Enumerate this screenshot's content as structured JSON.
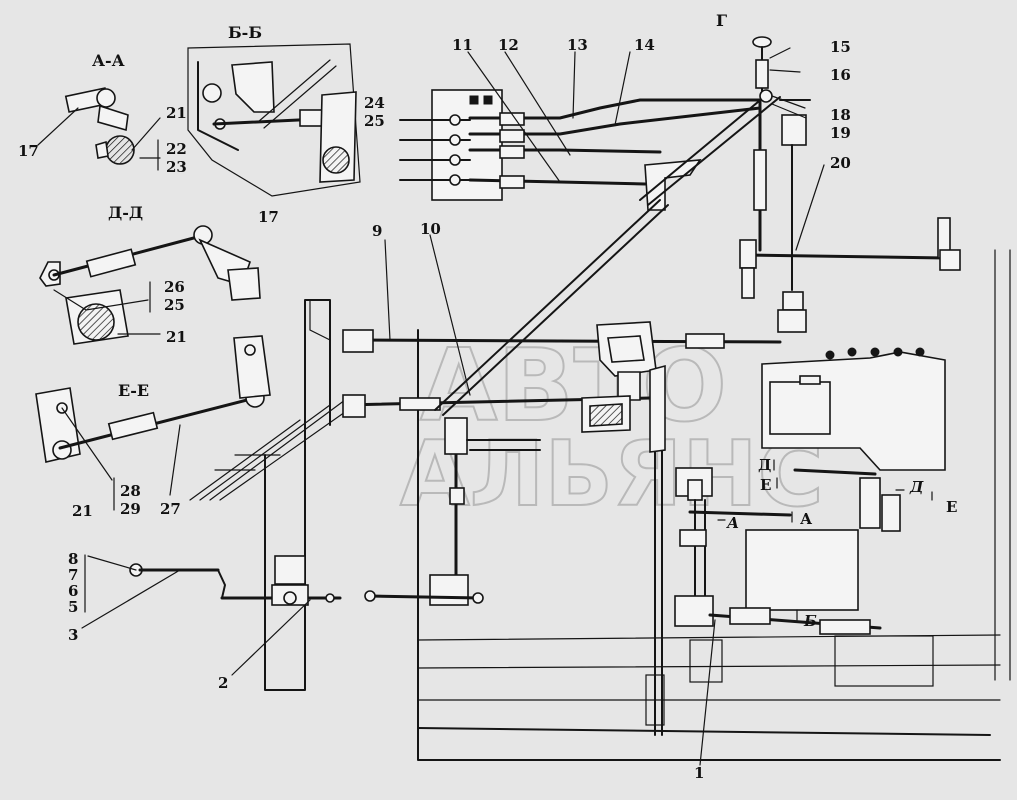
{
  "watermark": {
    "line1": "АВТО",
    "line2": "АЛЬЯНС"
  },
  "sections": {
    "a": "А-А",
    "b": "Б-Б",
    "d": "Д-Д",
    "e": "Е-Е",
    "g": "Г"
  },
  "callouts": {
    "c1": "1",
    "c2": "2",
    "c3": "3",
    "c5": "5",
    "c6": "6",
    "c7": "7",
    "c8": "8",
    "c9": "9",
    "c10": "10",
    "c11": "11",
    "c12": "12",
    "c13": "13",
    "c14": "14",
    "c15": "15",
    "c16": "16",
    "c17a": "17",
    "c17b": "17",
    "c18": "18",
    "c19": "19",
    "c20": "20",
    "c21a": "21",
    "c21b": "21",
    "c21c": "21",
    "c22": "22",
    "c23": "23",
    "c24": "24",
    "c25a": "25",
    "c25b": "25",
    "c26": "26",
    "c27": "27",
    "c28": "28",
    "c29": "29"
  },
  "view_marks": {
    "a1": "А",
    "a2": "А",
    "b1": "Б",
    "d1": "Д",
    "d2": "Д",
    "e1": "Е",
    "e2": "Е"
  }
}
